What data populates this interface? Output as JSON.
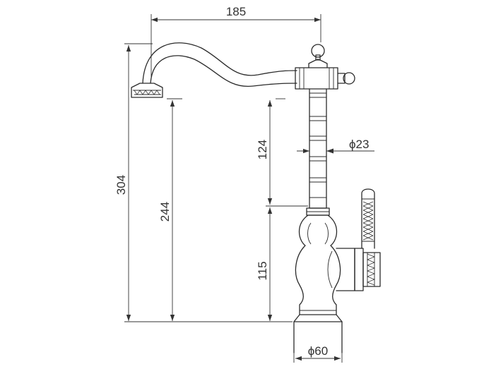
{
  "dimensions": {
    "spout_reach": "185",
    "total_height": "304",
    "spout_height": "244",
    "column_height": "124",
    "body_height": "115",
    "column_diameter": "ϕ23",
    "base_diameter": "ϕ60"
  }
}
